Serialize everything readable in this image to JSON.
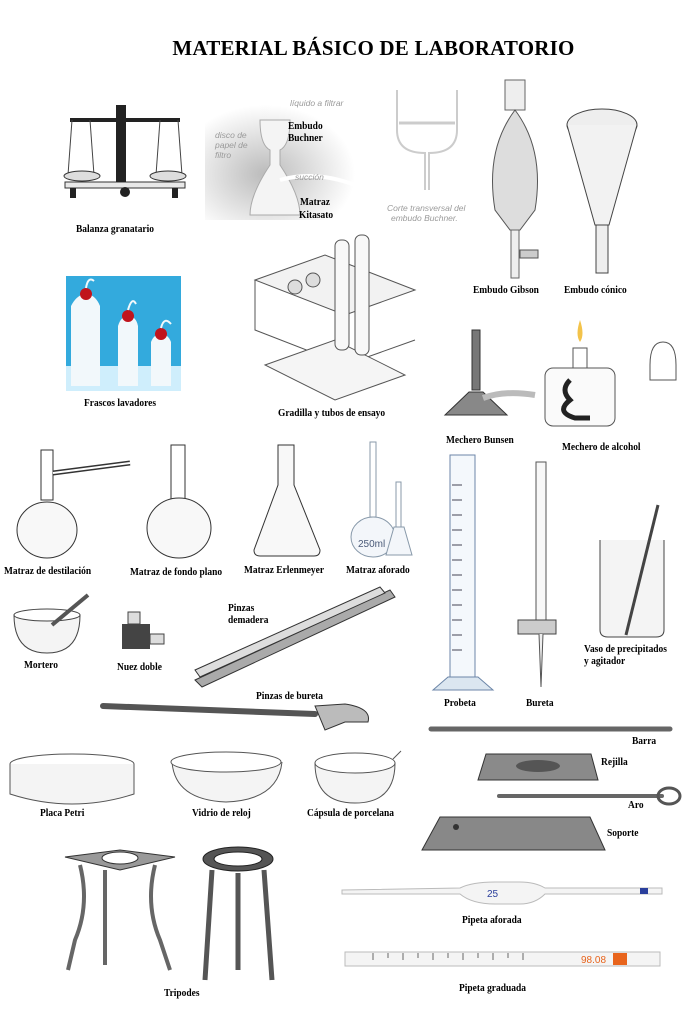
{
  "title": "MATERIAL BÁSICO DE LABORATORIO",
  "items": {
    "balanza": "Balanza granatario",
    "embudo_buchner_1": "Embudo",
    "embudo_buchner_2": "Buchner",
    "matraz_kitasato_1": "Matraz",
    "matraz_kitasato_2": "Kitasato",
    "embudo_gibson": "Embudo Gibson",
    "embudo_conico": "Embudo cónico",
    "frascos_lavadores": "Frascos lavadores",
    "gradilla": "Gradilla y tubos de ensayo",
    "mechero_bunsen": "Mechero Bunsen",
    "mechero_alcohol": "Mechero de alcohol",
    "matraz_destilacion": "Matraz de destilación",
    "matraz_fondo_plano": "Matraz de fondo plano",
    "matraz_erlenmeyer": "Matraz Erlenmeyer",
    "matraz_aforado": "Matraz aforado",
    "probeta": "Probeta",
    "bureta": "Bureta",
    "vaso_1": "Vaso de precipitados",
    "vaso_2": "y agitador",
    "mortero": "Mortero",
    "nuez_doble": "Nuez doble",
    "pinzas_madera_1": "Pinzas",
    "pinzas_madera_2": "demadera",
    "pinzas_bureta": "Pinzas de bureta",
    "barra": "Barra",
    "rejilla": "Rejilla",
    "aro": "Aro",
    "soporte": "Soporte",
    "placa_petri": "Placa Petri",
    "vidrio_reloj": "Vidrio de reloj",
    "capsula": "Cápsula de porcelana",
    "tripodes": "Tripodes",
    "pipeta_aforada": "Pipeta aforada",
    "pipeta_graduada": "Pipeta graduada"
  },
  "annotations": {
    "liquido": "líquido a filtrar",
    "disco_1": "disco de",
    "disco_2": "papel de",
    "disco_3": "filtro",
    "succion": "succión",
    "corte_1": "Corte transversal del",
    "corte_2": "embudo Buchner."
  },
  "markings": {
    "matraz_aforado_volume": "250ml",
    "pipeta_aforada_volume": "25",
    "pipeta_graduada_code": "98.08"
  },
  "colors": {
    "bottle_background": "#33aadd",
    "bottle_cap": "#c0141c",
    "pipette_orange": "#e8641c",
    "pipette_blue": "#2a3f9c"
  }
}
